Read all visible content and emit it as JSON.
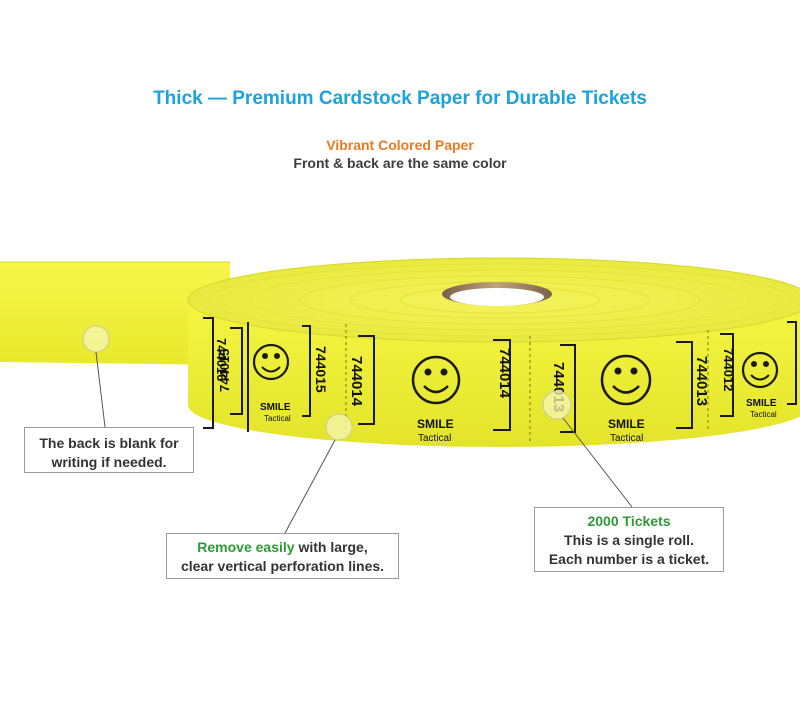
{
  "header": {
    "title": "Thick — Premium Cardstock Paper for Durable Tickets",
    "subtitle_accent": "Vibrant Colored Paper",
    "subtitle": "Front & back are the same color"
  },
  "ticket_labels": {
    "brand": "SMILE",
    "sub_brand": "Tactical",
    "numbers": [
      "744016",
      "744015",
      "744014",
      "744013",
      "744012"
    ]
  },
  "callouts": {
    "back": {
      "line1": "The back is blank for",
      "line2": "writing if needed."
    },
    "remove": {
      "accent": "Remove easily",
      "line1_rest": " with large,",
      "line2": "clear vertical perforation lines."
    },
    "tickets": {
      "accent": "2000 Tickets",
      "line2": "This is a single roll.",
      "line3": "Each number is a ticket."
    }
  },
  "colors": {
    "title": "#1aa3dc",
    "accent_orange": "#ee7a1e",
    "accent_green": "#2e9a36",
    "paper_yellow": "#f2f33a"
  }
}
